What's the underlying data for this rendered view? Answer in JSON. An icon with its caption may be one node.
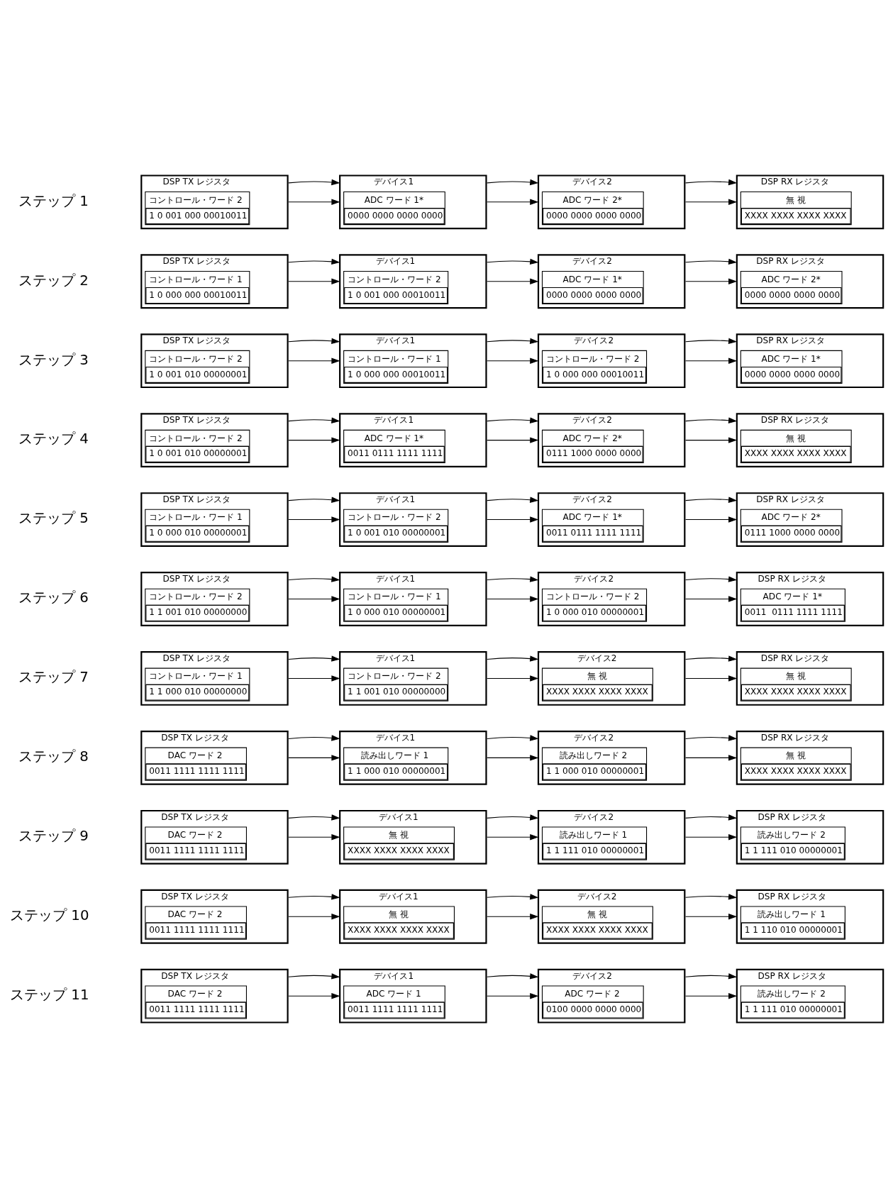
{
  "diagram": {
    "nodes": [
      {
        "text": [
          "DSP TX レジスタ",
          "コントロール・ワード 2",
          "1 0 001 000 00010011"
        ]
      },
      {
        "text": [
          "デバイス1",
          "ADC ワード 1*",
          "0000 0000 0000 0000"
        ]
      },
      {
        "text": [
          "デバイス2",
          "ADC ワード 2*",
          "0000 0000 0000 0000"
        ]
      },
      {
        "text": [
          "DSP RX レジスタ",
          "無 視",
          "XXXX XXXX XXXX XXXX"
        ]
      },
      {
        "text": [
          "DSP TX レジスタ",
          "コントロール・ワード 1",
          "1 0 000 000 00010011"
        ]
      },
      {
        "text": [
          "デバイス1",
          "コントロール・ワード 2",
          "1 0 001 000 00010011"
        ]
      },
      {
        "text": [
          "デバイス2",
          "ADC ワード 1*",
          "0000 0000 0000 0000"
        ]
      },
      {
        "text": [
          "DSP RX レジスタ",
          "ADC ワード 2*",
          "0000 0000 0000 0000"
        ]
      },
      {
        "text": [
          "DSP TX レジスタ",
          "コントロール・ワード 2",
          "1 0 001 010 00000001"
        ]
      },
      {
        "text": [
          "デバイス1",
          "コントロール・ワード 1",
          "1 0 000 000 00010011"
        ]
      },
      {
        "text": [
          "デバイス2",
          "コントロール・ワード 2",
          "1 0 000 000 00010011"
        ]
      },
      {
        "text": [
          "DSP RX レジスタ",
          "ADC ワード 1*",
          "0000 0000 0000 0000"
        ]
      },
      {
        "text": [
          "DSP TX レジスタ",
          "コントロール・ワード 2",
          "1 0 001 010 00000001"
        ]
      },
      {
        "text": [
          "デバイス1",
          "ADC ワード 1*",
          "0011 0111 1111 1111"
        ]
      },
      {
        "text": [
          "デバイス2",
          "ADC ワード 2*",
          "0111 1000 0000 0000"
        ]
      },
      {
        "text": [
          "DSP RX レジスタ",
          "無 視",
          "XXXX XXXX XXXX XXXX"
        ]
      },
      {
        "text": [
          "DSP TX レジスタ",
          "コントロール・ワード 1",
          "1 0 000 010 00000001"
        ]
      },
      {
        "text": [
          "デバイス1",
          "コントロール・ワード 2",
          "1 0 001 010 00000001"
        ]
      },
      {
        "text": [
          "デバイス2",
          "ADC ワード 1*",
          "0011 0111 1111 1111"
        ]
      },
      {
        "text": [
          "DSP RX レジスタ",
          "ADC ワード 2*",
          "0111 1000 0000 0000"
        ]
      },
      {
        "text": [
          "DSP TX レジスタ",
          "コントロール・ワード 2",
          "1 1 001 010 00000000"
        ]
      },
      {
        "text": [
          "デバイス1",
          "コントロール・ワード 1",
          "1 0 000 010 00000001"
        ]
      },
      {
        "text": [
          "デバイス2",
          "コントロール・ワード 2",
          "1 0 000 010 00000001"
        ]
      },
      {
        "text": [
          "DSP RX レジスタ",
          "ADC ワード 1*",
          "0011  0111 1111 1111"
        ]
      },
      {
        "text": [
          "DSP TX レジスタ",
          "コントロール・ワード 1",
          "1 1 000 010 00000000"
        ]
      },
      {
        "text": [
          "デバイス1",
          "コントロール・ワード 2",
          "1 1 001 010 00000000"
        ]
      },
      {
        "text": [
          "デバイス2",
          "無 視",
          "XXXX XXXX XXXX XXXX"
        ]
      },
      {
        "text": [
          "DSP RX レジスタ",
          "無 視",
          "XXXX XXXX XXXX XXXX"
        ]
      },
      {
        "text": [
          "DSP TX レジスタ",
          "DAC ワード 2",
          "0011 1111 1111 1111"
        ]
      },
      {
        "text": [
          "デバイス1",
          "読み出しワード 1",
          "1 1 000 010 00000001"
        ]
      },
      {
        "text": [
          "デバイス2",
          "読み出しワード 2",
          "1 1 000 010 00000001"
        ]
      },
      {
        "text": [
          "DSP RX レジスタ",
          "無 視",
          "XXXX XXXX XXXX XXXX"
        ]
      },
      {
        "text": [
          "DSP TX レジスタ",
          "DAC ワード 2",
          "0011 1111 1111 1111"
        ]
      },
      {
        "text": [
          "デバイス1",
          "無 視",
          "XXXX XXXX XXXX XXXX"
        ]
      },
      {
        "text": [
          "デバイス2",
          "読み出しワード 1",
          "1 1 111 010 00000001"
        ]
      },
      {
        "text": [
          "DSP RX レジスタ",
          "読み出しワード 2",
          "1 1 111 010 00000001"
        ]
      },
      {
        "text": [
          "DSP TX レジスタ",
          "DAC ワード 2",
          "0011 1111 1111 1111"
        ]
      },
      {
        "text": [
          "デバイス1",
          "無 視",
          "XXXX XXXX XXXX XXXX"
        ]
      },
      {
        "text": [
          "デバイス2",
          "無 視",
          "XXXX XXXX XXXX XXXX"
        ]
      },
      {
        "text": [
          "DSP RX レジスタ",
          "読み出しワード 1",
          "1 1 110 010 00000001"
        ]
      },
      {
        "text": [
          "DSP TX レジスタ",
          "DAC ワード 2",
          "0011 1111 1111 1111"
        ]
      },
      {
        "text": [
          "デバイス1",
          "ADC ワード 1",
          "0011 1111 1111 1111"
        ]
      },
      {
        "text": [
          "デバイス2",
          "ADC ワード 2",
          "0100 0000 0000 0000"
        ]
      },
      {
        "text": [
          "DSP RX レジスタ",
          "読み出しワード 2",
          "1 1 111 010 00000001"
        ]
      }
    ],
    "edges": [
      {
        "from": 0,
        "to": 1,
        "arrow": "to"
      },
      {
        "from": 0,
        "to": 1,
        "arrow": "to"
      },
      {
        "from": 1,
        "to": 2,
        "arrow": "to"
      },
      {
        "from": 1,
        "to": 2,
        "arrow": "to"
      },
      {
        "from": 2,
        "to": 3,
        "arrow": "to"
      },
      {
        "from": 2,
        "to": 3,
        "arrow": "to"
      },
      {
        "from": 4,
        "to": 5,
        "arrow": "to"
      },
      {
        "from": 4,
        "to": 5,
        "arrow": "to"
      },
      {
        "from": 5,
        "to": 6,
        "arrow": "to"
      },
      {
        "from": 5,
        "to": 6,
        "arrow": "to"
      },
      {
        "from": 6,
        "to": 7,
        "arrow": "to"
      },
      {
        "from": 6,
        "to": 7,
        "arrow": "to"
      },
      {
        "from": 8,
        "to": 9,
        "arrow": "to"
      },
      {
        "from": 8,
        "to": 9,
        "arrow": "to"
      },
      {
        "from": 9,
        "to": 10,
        "arrow": "to"
      },
      {
        "from": 9,
        "to": 10,
        "arrow": "to"
      },
      {
        "from": 10,
        "to": 11,
        "arrow": "to"
      },
      {
        "from": 10,
        "to": 11,
        "arrow": "to"
      },
      {
        "from": 12,
        "to": 13,
        "arrow": "to"
      },
      {
        "from": 12,
        "to": 13,
        "arrow": "to"
      },
      {
        "from": 13,
        "to": 14,
        "arrow": "to"
      },
      {
        "from": 13,
        "to": 14,
        "arrow": "to"
      },
      {
        "from": 14,
        "to": 15,
        "arrow": "to"
      },
      {
        "from": 14,
        "to": 15,
        "arrow": "to"
      },
      {
        "from": 16,
        "to": 17,
        "arrow": "to"
      },
      {
        "from": 16,
        "to": 17,
        "arrow": "to"
      },
      {
        "from": 17,
        "to": 18,
        "arrow": "to"
      },
      {
        "from": 17,
        "to": 18,
        "arrow": "to"
      },
      {
        "from": 18,
        "to": 19,
        "arrow": "to"
      },
      {
        "from": 18,
        "to": 19,
        "arrow": "to"
      },
      {
        "from": 20,
        "to": 21,
        "arrow": "to"
      },
      {
        "from": 20,
        "to": 21,
        "arrow": "to"
      },
      {
        "from": 21,
        "to": 22,
        "arrow": "to"
      },
      {
        "from": 21,
        "to": 22,
        "arrow": "to"
      },
      {
        "from": 22,
        "to": 23,
        "arrow": "to"
      },
      {
        "from": 22,
        "to": 23,
        "arrow": "to"
      },
      {
        "from": 24,
        "to": 25,
        "arrow": "to"
      },
      {
        "from": 24,
        "to": 25,
        "arrow": "to"
      },
      {
        "from": 25,
        "to": 26,
        "arrow": "to"
      },
      {
        "from": 25,
        "to": 26,
        "arrow": "to"
      },
      {
        "from": 26,
        "to": 27,
        "arrow": "to"
      },
      {
        "from": 26,
        "to": 27,
        "arrow": "to"
      },
      {
        "from": 28,
        "to": 29,
        "arrow": "to"
      },
      {
        "from": 28,
        "to": 29,
        "arrow": "to"
      },
      {
        "from": 29,
        "to": 30,
        "arrow": "to"
      },
      {
        "from": 29,
        "to": 30,
        "arrow": "to"
      },
      {
        "from": 30,
        "to": 31,
        "arrow": "to"
      },
      {
        "from": 30,
        "to": 31,
        "arrow": "to"
      },
      {
        "from": 32,
        "to": 33,
        "arrow": "to"
      },
      {
        "from": 32,
        "to": 33,
        "arrow": "to"
      },
      {
        "from": 33,
        "to": 34,
        "arrow": "to"
      },
      {
        "from": 33,
        "to": 34,
        "arrow": "to"
      },
      {
        "from": 34,
        "to": 35,
        "arrow": "to"
      },
      {
        "from": 34,
        "to": 35,
        "arrow": "to"
      },
      {
        "from": 36,
        "to": 37,
        "arrow": "to"
      },
      {
        "from": 36,
        "to": 37,
        "arrow": "to"
      },
      {
        "from": 37,
        "to": 38,
        "arrow": "to"
      },
      {
        "from": 37,
        "to": 38,
        "arrow": "to"
      },
      {
        "from": 38,
        "to": 39,
        "arrow": "to"
      },
      {
        "from": 38,
        "to": 39,
        "arrow": "to"
      },
      {
        "from": 40,
        "to": 41,
        "arrow": "to"
      },
      {
        "from": 40,
        "to": 41,
        "arrow": "to"
      },
      {
        "from": 41,
        "to": 42,
        "arrow": "to"
      },
      {
        "from": 41,
        "to": 42,
        "arrow": "to"
      },
      {
        "from": 42,
        "to": 43,
        "arrow": "to"
      },
      {
        "from": 42,
        "to": 43,
        "arrow": "to"
      }
    ],
    "labels": [
      "ステップ 1",
      "ステップ 2",
      "ステップ 3",
      "ステップ 4",
      "ステップ 5",
      "ステップ 6",
      "ステップ 7",
      "ステップ 8",
      "ステップ 9",
      "ステップ 10",
      "ステップ 11"
    ]
  }
}
